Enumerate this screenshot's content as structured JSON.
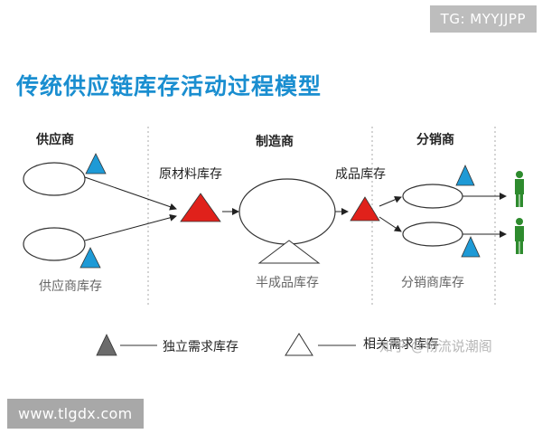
{
  "watermark_top": "TG: MYYJJPP",
  "watermark_bottom": "www.tlgdx.com",
  "title": "传统供应链库存活动过程模型",
  "sections": {
    "supplier": "供应商",
    "manufacturer": "制造商",
    "distributor": "分销商"
  },
  "labels": {
    "raw_material_inventory": "原材料库存",
    "finished_goods_inventory": "成品库存",
    "supplier_inventory": "供应商库存",
    "semi_finished_inventory": "半成品库存",
    "distributor_inventory": "分销商库存"
  },
  "legend": {
    "independent_demand": "独立需求库存",
    "dependent_demand": "相关需求库存"
  },
  "source_watermark": "知乎 @物流说潮阁",
  "colors": {
    "title": "#1a8ed0",
    "red_triangle": "#e0211b",
    "blue_triangle": "#1e9ad6",
    "person": "#2e8b2e",
    "legend_triangle": "#6b6b6b"
  }
}
